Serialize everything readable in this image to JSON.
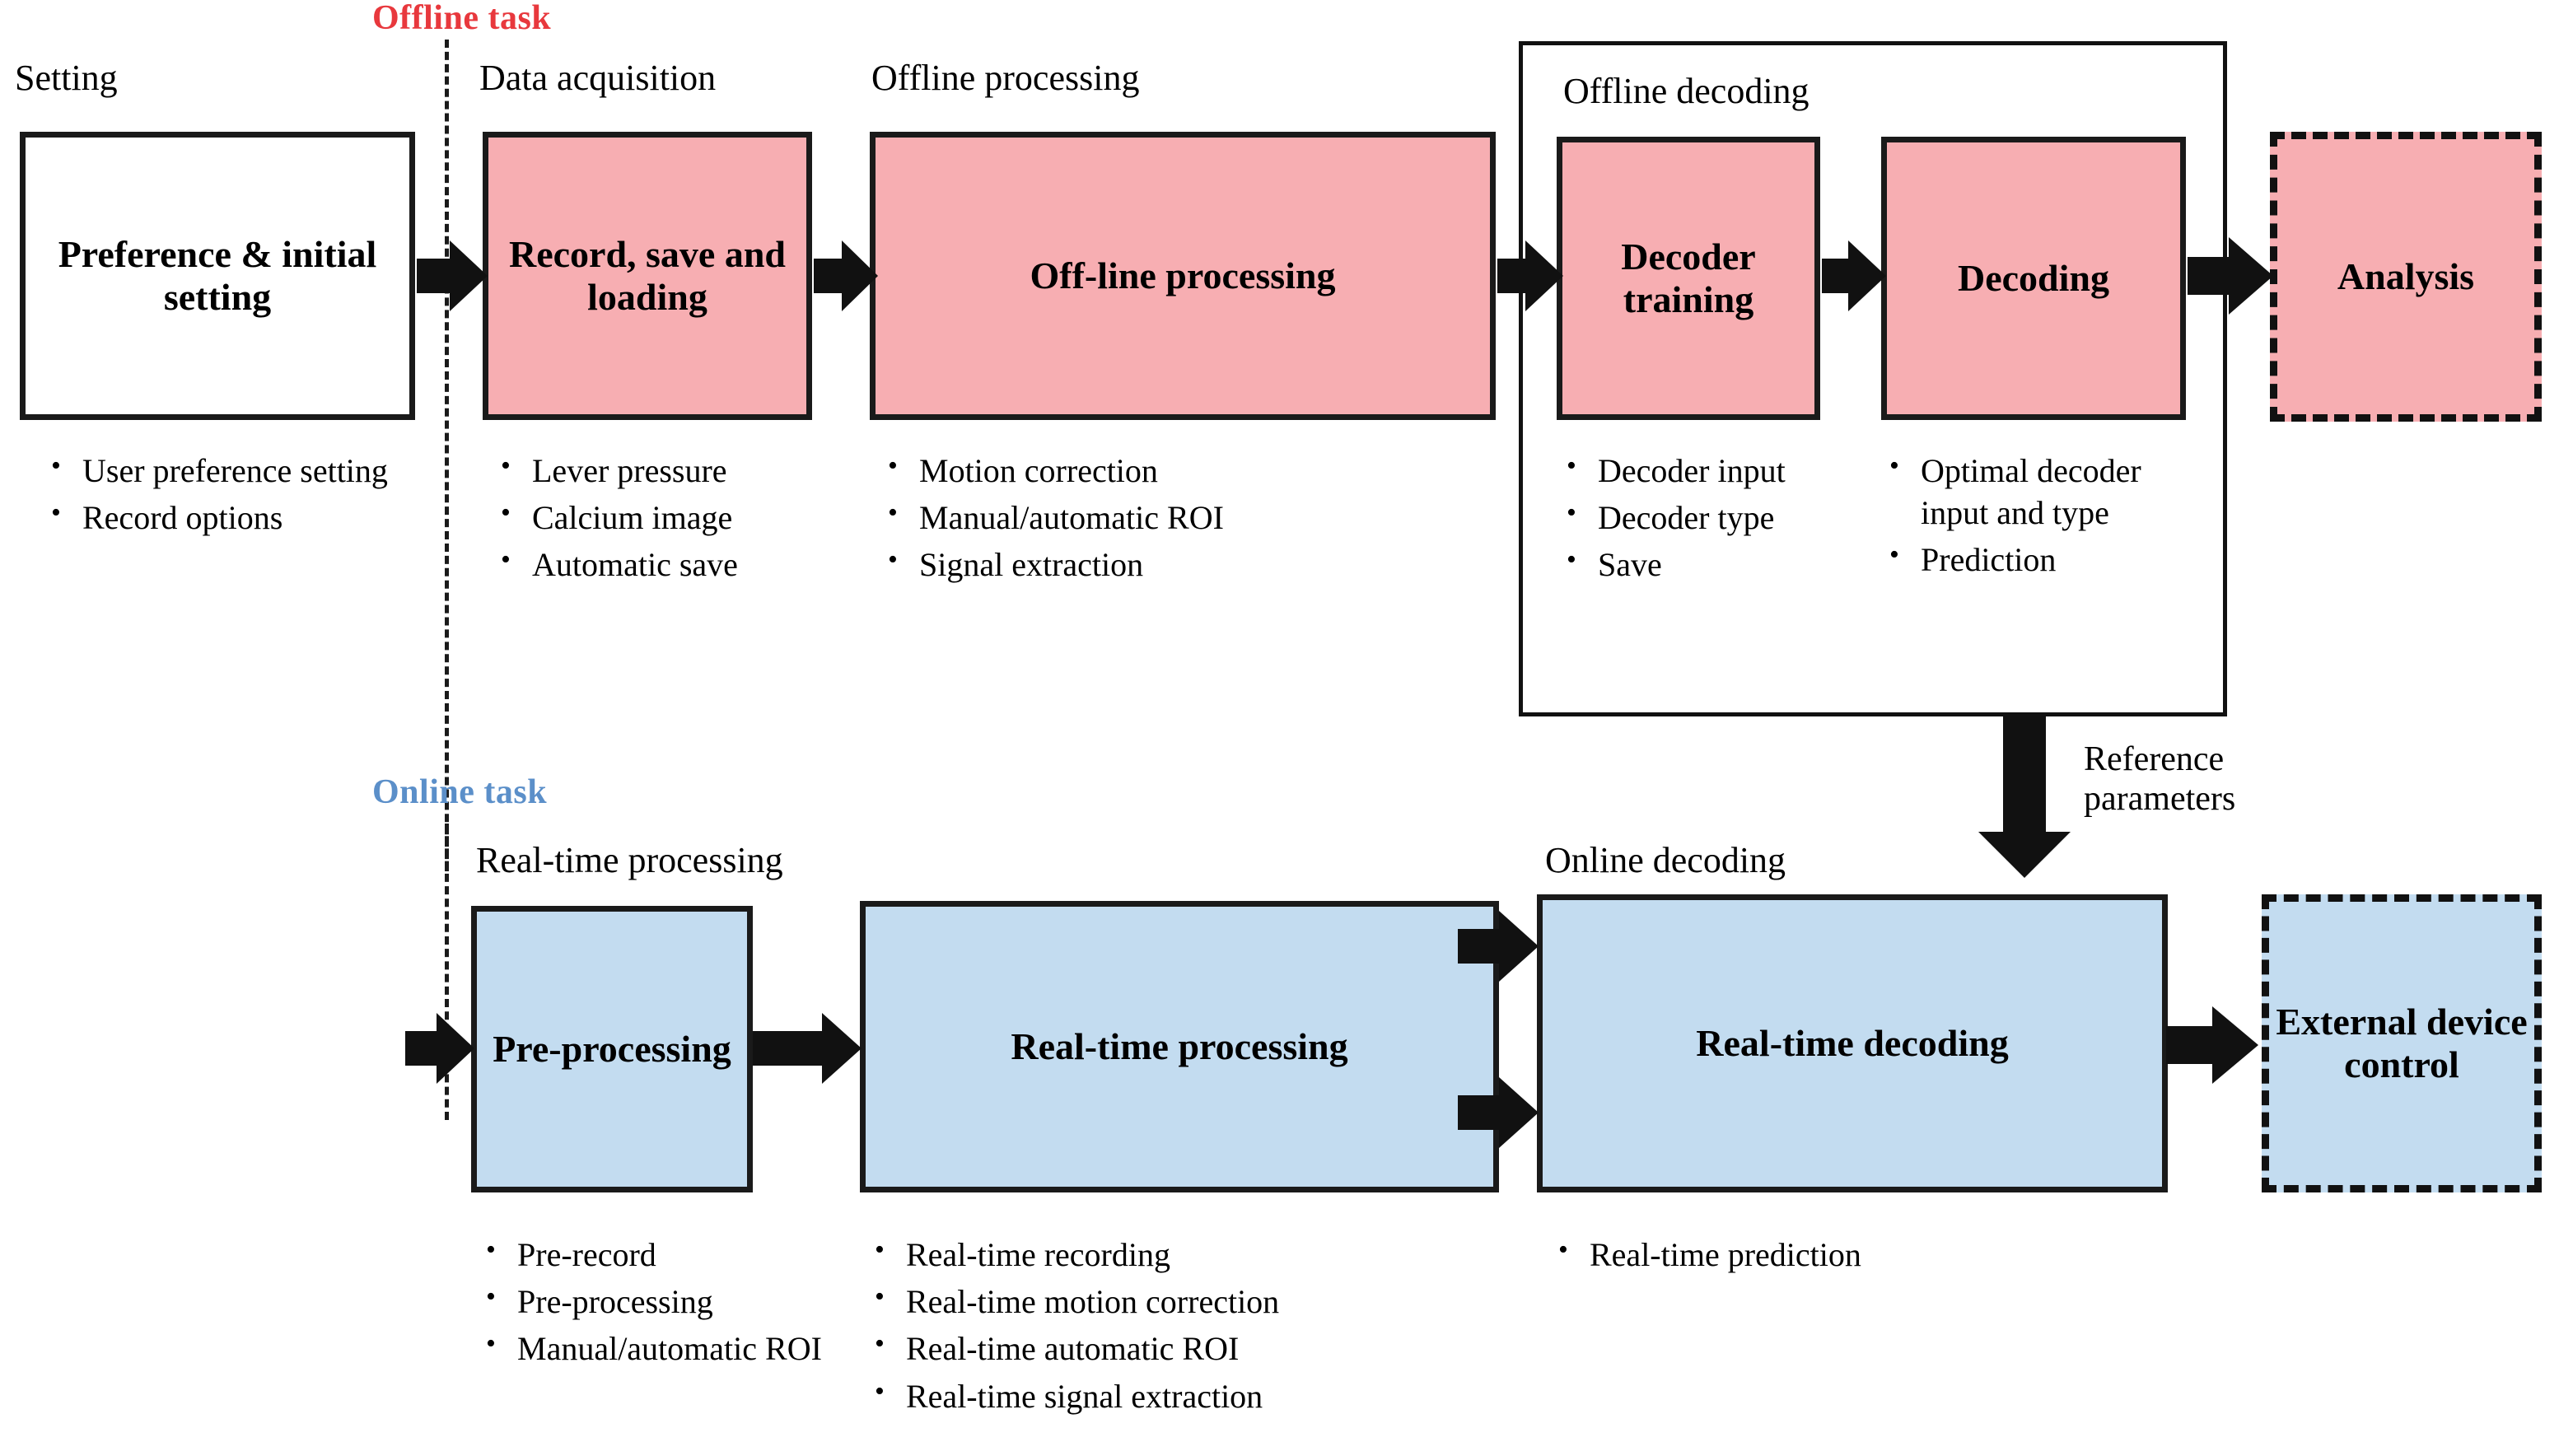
{
  "figure": {
    "title": "Offline and online calcium imaging BMI pipeline flowchart",
    "colors": {
      "offline_fill": "#F7AEB2",
      "online_fill": "#C3DCF0",
      "offline_task_text": "#E8383D",
      "online_task_text": "#5B8FC9",
      "stroke": "#111111"
    }
  },
  "task_dividers": {
    "offline": {
      "label": "Offline task",
      "color": "#E8383D"
    },
    "online": {
      "label": "Online task",
      "color": "#5B8FC9"
    }
  },
  "offline_row": {
    "phases": [
      {
        "id": "setting",
        "label": "Setting"
      },
      {
        "id": "data-acquisition",
        "label": "Data acquisition"
      },
      {
        "id": "offline-processing",
        "label": "Offline processing"
      },
      {
        "id": "offline-decoding",
        "label": "Offline decoding"
      }
    ],
    "boxes": [
      {
        "id": "preference-initial-setting",
        "label": "Preference & initial setting",
        "fill": "white"
      },
      {
        "id": "record-save-loading",
        "label": "Record, save and loading",
        "fill": "pink"
      },
      {
        "id": "off-line-processing",
        "label": "Off-line processing",
        "fill": "pink"
      },
      {
        "id": "decoder-training",
        "label": "Decoder training",
        "fill": "pink"
      },
      {
        "id": "decoding",
        "label": "Decoding",
        "fill": "pink"
      },
      {
        "id": "analysis",
        "label": "Analysis",
        "fill": "pink",
        "dashed": true
      }
    ],
    "bullets": {
      "setting": [
        "User preference setting",
        "Record options"
      ],
      "data_acquisition": [
        "Lever pressure",
        "Calcium image",
        "Automatic save"
      ],
      "offline_processing": [
        "Motion correction",
        "Manual/automatic ROI",
        "Signal extraction"
      ],
      "decoder_training": [
        "Decoder input",
        "Decoder type",
        "Save"
      ],
      "decoding": [
        "Optimal decoder input and type",
        "Prediction"
      ]
    }
  },
  "online_row": {
    "phases": [
      {
        "id": "real-time-processing",
        "label": "Real-time processing"
      },
      {
        "id": "online-decoding",
        "label": "Online decoding"
      }
    ],
    "boxes": [
      {
        "id": "pre-processing",
        "label": "Pre-processing",
        "fill": "blue"
      },
      {
        "id": "real-time-processing",
        "label": "Real-time processing",
        "fill": "blue"
      },
      {
        "id": "real-time-decoding",
        "label": "Real-time decoding",
        "fill": "blue"
      },
      {
        "id": "external-device-control",
        "label": "External device control",
        "fill": "blue",
        "dashed": true
      }
    ],
    "bullets": {
      "pre_processing": [
        "Pre-record",
        "Pre-processing",
        "Manual/automatic ROI"
      ],
      "real_time_processing": [
        "Real-time recording",
        "Real-time motion correction",
        "Real-time automatic ROI",
        "Real-time signal extraction"
      ],
      "real_time_decoding": [
        "Real-time prediction"
      ]
    }
  },
  "connectors": {
    "reference_parameters": {
      "label_line1": "Reference",
      "label_line2": "parameters"
    }
  }
}
